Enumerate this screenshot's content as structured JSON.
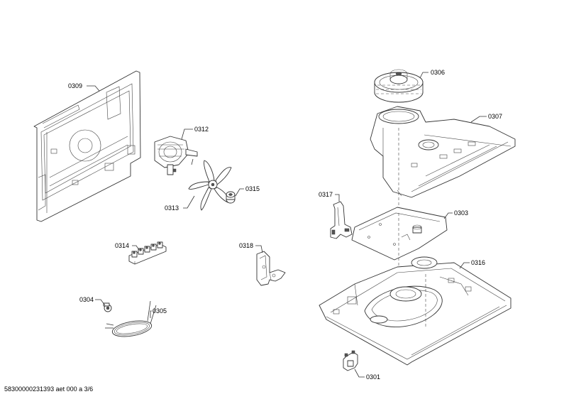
{
  "labels": {
    "p0309": "0309",
    "p0312": "0312",
    "p0313": "0313",
    "p0315": "0315",
    "p0314": "0314",
    "p0304": "0304",
    "p0305": "0305",
    "p0318": "0318",
    "p0317": "0317",
    "p0306": "0306",
    "p0307": "0307",
    "p0303": "0303",
    "p0316": "0316",
    "p0301": "0301"
  },
  "footer": "58300000231393 aet 000 a 3/6"
}
